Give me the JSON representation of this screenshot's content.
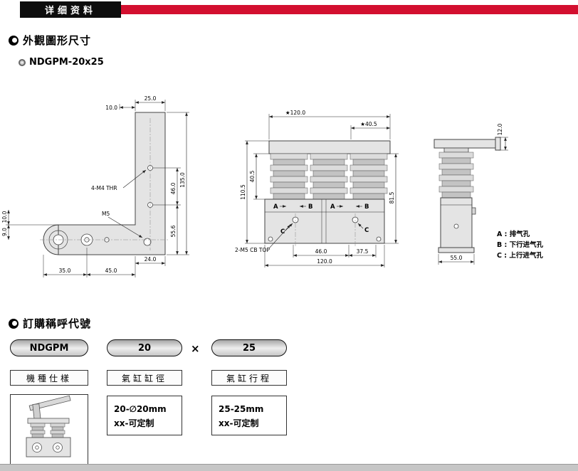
{
  "header": {
    "title": "详细资料"
  },
  "sections": {
    "outline": {
      "title": "外觀圖形尺寸",
      "model": "NDGPM-20x25"
    },
    "ordering": {
      "title": "訂購稱呼代號"
    }
  },
  "drawing": {
    "front_view": {
      "dim_top_width": "25.0",
      "dim_top_offset": "10.0",
      "note_thread": "4-M4 THR",
      "note_m5": "M5",
      "dim_hole_spacing": "46.0",
      "dim_overall_height": "135.0",
      "dim_lower": "55.6",
      "dim_left_upper": "10.0",
      "dim_left_lower": "9.0",
      "dim_arm_width": "24.0",
      "dim_bottom_left": "35.0",
      "dim_bottom_right": "45.0"
    },
    "top_view": {
      "dim_overall_width_star": "★120.0",
      "dim_right_star": "★40.5",
      "dim_bellows_height": "40.5",
      "dim_overall_height": "110.5",
      "dim_right_height": "81.5",
      "note_thread": "2-M5 CB TOP",
      "dim_bottom_mid": "46.0",
      "dim_bottom_right": "37.5",
      "dim_bottom_overall": "120.0",
      "port_a": "A",
      "port_b": "B",
      "port_c": "C"
    },
    "side_view": {
      "dim_cap": "12.0",
      "dim_width": "55.0"
    },
    "legend": {
      "a": "A : 排气孔",
      "b": "B : 下行进气孔",
      "c": "C : 上行进气孔"
    }
  },
  "ordering": {
    "code": {
      "model": "NDGPM",
      "bore": "20",
      "times": "×",
      "stroke": "25"
    },
    "labels": {
      "model": "機種仕樣",
      "bore": "氣缸缸徑",
      "stroke": "氣缸行程"
    },
    "bore_options": [
      "20-∅20mm",
      "xx-可定制"
    ],
    "stroke_options": [
      "25-25mm",
      "xx-可定制"
    ]
  }
}
